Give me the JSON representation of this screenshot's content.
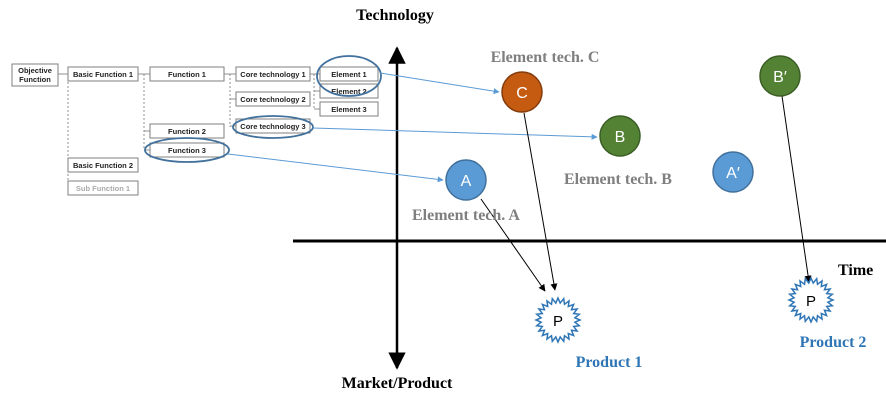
{
  "axes": {
    "y_top_label": "Technology",
    "y_bottom_label": "Market/Product",
    "x_label": "Time"
  },
  "tree": {
    "objective": [
      "Objective",
      "Function"
    ],
    "basic_function_1": "Basic Function 1",
    "basic_function_2": "Basic Function 2",
    "sub_function_1": "Sub Function 1",
    "function_1": "Function 1",
    "function_2": "Function 2",
    "function_3": "Function 3",
    "core_technology_1": "Core technology 1",
    "core_technology_2": "Core technology 2",
    "core_technology_3": "Core technology 3",
    "element_1": "Element 1",
    "element_2": "Element 2",
    "element_3": "Element 3"
  },
  "nodes": {
    "a": "A",
    "b": "B",
    "c": "C",
    "a_prime": "A′",
    "b_prime": "B′",
    "p1": "P",
    "p2": "P"
  },
  "labels": {
    "element_tech_a": "Element tech. A",
    "element_tech_b": "Element tech. B",
    "element_tech_c": "Element tech. C",
    "product_1": "Product 1",
    "product_2": "Product 2"
  },
  "colors": {
    "blue": "#5b9bd5",
    "green": "#548235",
    "orange": "#c55a11",
    "gray_label": "#7f7f7f",
    "product_label": "#2e75b6"
  }
}
